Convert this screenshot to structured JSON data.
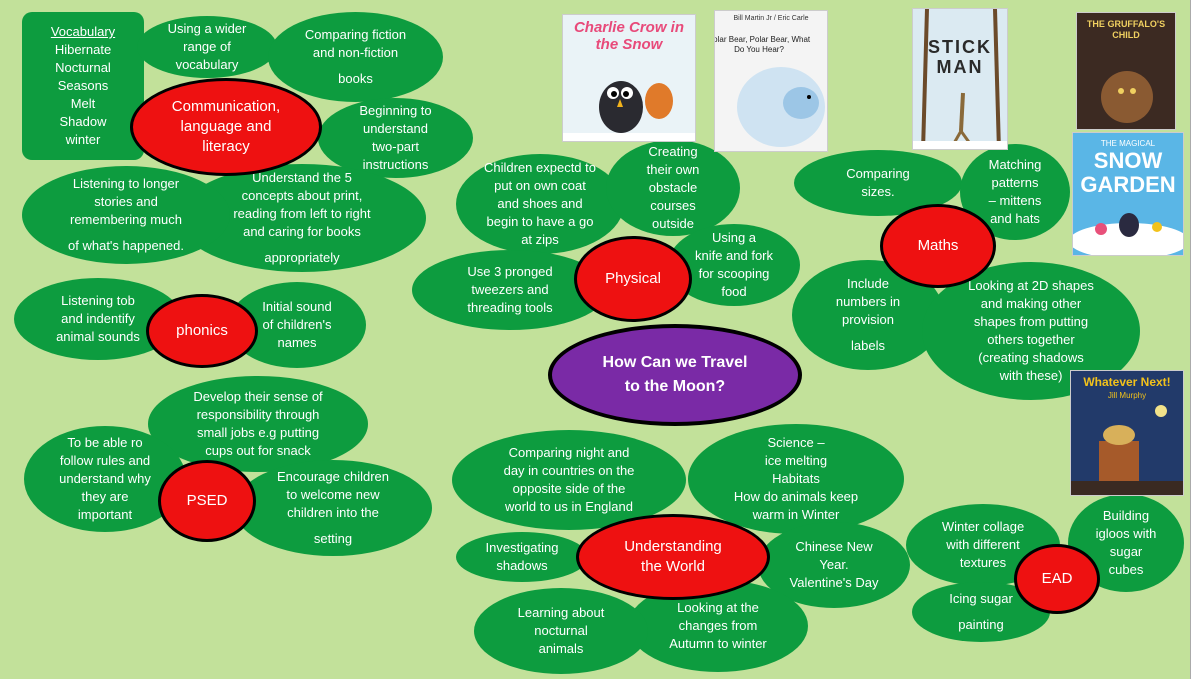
{
  "center": [
    "How Can we Travel",
    "to the Moon?"
  ],
  "hubs": {
    "cll": [
      "Communication,",
      "language and",
      "literacy"
    ],
    "physical": [
      "Physical"
    ],
    "maths": [
      "Maths"
    ],
    "phonics": [
      "phonics"
    ],
    "psed": [
      "PSED"
    ],
    "utw": [
      "Understanding",
      "the World"
    ],
    "ead": [
      "EAD"
    ]
  },
  "vocabulary": {
    "heading": "Vocabulary",
    "words": [
      "Hibernate",
      "Nocturnal",
      "Seasons",
      "Melt",
      "Shadow",
      "winter"
    ]
  },
  "bubbles": {
    "wider_vocab": [
      "Using a wider",
      "range of",
      "vocabulary"
    ],
    "fiction": [
      "Comparing fiction",
      "and non-fiction",
      "books"
    ],
    "instructions": [
      "Beginning to",
      "understand",
      "two-part",
      "instructions"
    ],
    "stories": [
      "Listening to longer",
      "stories and",
      "remembering much",
      "of what's happened."
    ],
    "print": [
      "Understand the 5",
      "concepts about print,",
      "reading from left to right",
      "and caring for books",
      "appropriately"
    ],
    "coat": [
      "Children expectd to",
      "put on own coat",
      "and shoes and",
      "begin to have a go",
      "at zips"
    ],
    "obstacle": [
      "Creating",
      "their own",
      "obstacle",
      "courses",
      "outside"
    ],
    "knife": [
      "Using a",
      "knife and fork",
      "for scooping",
      "food"
    ],
    "tweezers": [
      "Use 3 pronged",
      "tweezers and",
      "threading  tools"
    ],
    "sizes": [
      "Comparing",
      "sizes."
    ],
    "patterns": [
      "Matching",
      "patterns",
      "– mittens",
      "and hats"
    ],
    "numbers": [
      "Include",
      "numbers in",
      "provision",
      "labels"
    ],
    "shapes": [
      "Looking at 2D shapes",
      "and making other",
      "shapes from putting",
      "others together",
      "(creating shadows",
      "with these)"
    ],
    "animal_sounds": [
      "Listening tob",
      "and indentify",
      "animal sounds"
    ],
    "initial_sound": [
      "Initial sound",
      "of children's",
      "names"
    ],
    "responsibility": [
      "Develop their sense of",
      "responsibility through",
      "small jobs  e.g putting",
      "cups out for snack"
    ],
    "rules": [
      "To be able ro",
      "follow rules and",
      "understand why",
      "they are",
      "important"
    ],
    "welcome": [
      "Encourage children",
      "to welcome new",
      "children into the",
      "setting"
    ],
    "night_day": [
      "Comparing night and",
      "day in countries on the",
      "opposite side of the",
      "world to us in England"
    ],
    "science": [
      "Science –",
      "ice melting",
      "Habitats",
      "How do animals keep",
      "warm in Winter"
    ],
    "shadows": [
      "Investigating",
      "shadows"
    ],
    "new_year": [
      "Chinese New",
      "Year.",
      "Valentine's Day"
    ],
    "nocturnal": [
      "Learning about",
      "nocturnal",
      "animals"
    ],
    "seasons": [
      "Looking at the",
      "changes from",
      "Autumn to winter"
    ],
    "collage": [
      "Winter collage",
      "with different",
      "textures"
    ],
    "igloos": [
      "Building",
      "igloos with",
      "sugar",
      "cubes"
    ],
    "icing": [
      "Icing sugar",
      "painting"
    ]
  },
  "books": {
    "charlie": [
      "Charlie Crow",
      "in the Snow"
    ],
    "polar_author": "Bill Martin Jr / Eric Carle",
    "polar": [
      "Polar Bear,",
      "Polar Bear,",
      "What Do You Hear?"
    ],
    "stick": "STICK MAN",
    "gruffalo": [
      "THE",
      "GRUFFALO'S",
      "CHILD"
    ],
    "snow": [
      "THE MAGICAL",
      "SNOW",
      "GARDEN"
    ],
    "whatever": "Whatever Next!",
    "whatever_author": "Jill Murphy"
  },
  "colors": {
    "background": "#c2e19a",
    "bubble": "#0d9c3f",
    "hub": "#ee1111",
    "center": "#7a2aa6"
  }
}
